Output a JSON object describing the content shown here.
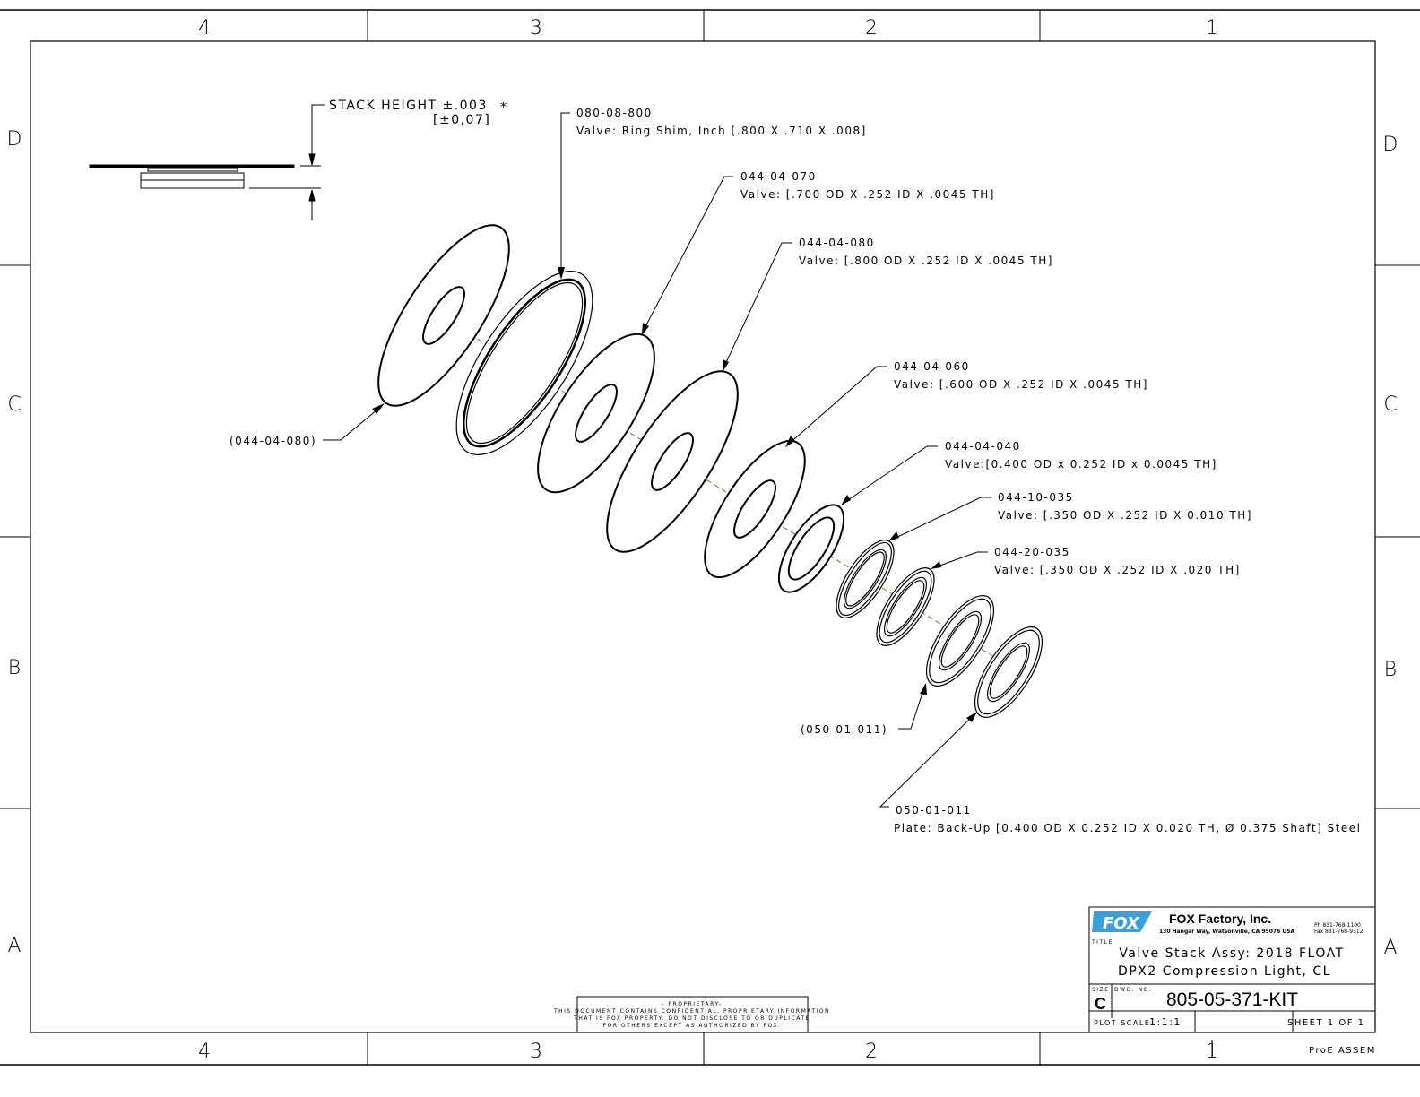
{
  "zones": {
    "columns": [
      "4",
      "3",
      "2",
      "1"
    ],
    "rows": [
      "D",
      "C",
      "B",
      "A"
    ]
  },
  "stack_height": {
    "label": "STACK HEIGHT ±.003",
    "metric": "[±0,07]",
    "note_mark": "*"
  },
  "callouts": [
    {
      "part": "080-08-800",
      "desc": "Valve: Ring Shim, Inch [.800 X .710 X .008]"
    },
    {
      "part": "044-04-070",
      "desc": "Valve: [.700 OD X .252 ID X .0045 TH]"
    },
    {
      "part": "044-04-080",
      "desc": "Valve: [.800 OD X .252 ID X .0045 TH]"
    },
    {
      "part": "044-04-060",
      "desc": "Valve: [.600 OD X .252 ID X .0045 TH]"
    },
    {
      "part": "044-04-040",
      "desc": "Valve:[0.400 OD x 0.252 ID x 0.0045 TH]"
    },
    {
      "part": "044-10-035",
      "desc": "Valve: [.350 OD X .252 ID X 0.010 TH]"
    },
    {
      "part": "044-20-035",
      "desc": "Valve: [.350 OD X .252 ID X .020 TH]"
    },
    {
      "part": "050-01-011",
      "desc": "Plate: Back-Up [0.400 OD X 0.252 ID X 0.020 TH, Ø 0.375 Shaft] Steel"
    }
  ],
  "ref_callouts": [
    "(044-04-080)",
    "(050-01-011)"
  ],
  "proprietary": {
    "heading": "- PROPRIETARY-",
    "lines": [
      "THIS DOCUMENT CONTAINS CONFIDENTIAL, PROPRIETARY INFORMATION",
      "THAT IS FOX PROPERTY.  DO NOT DISCLOSE TO OR DUPLICATE",
      "FOR OTHERS EXCEPT AS AUTHORIZED BY FOX."
    ]
  },
  "title_block": {
    "logo": "FOX",
    "company": "FOX Factory, Inc.",
    "address": "130 Hangar Way, Watsonville, CA 95076 USA",
    "phone": "Ph 831-768-1100",
    "fax": "Fax 831-768-9312",
    "title_label": "TITLE",
    "title_line1": "Valve Stack Assy: 2018 FLOAT",
    "title_line2": "DPX2 Compression Light, CL",
    "size_label": "SIZE",
    "size": "C",
    "dwg_label": "DWG. NO.",
    "dwg_no": "805-05-371-KIT",
    "plot_scale_label": "PLOT SCALE",
    "plot_scale": "1:1:1",
    "sheet": "SHEET 1 OF 1",
    "model_type": "ProE ASSEM"
  },
  "colors": {
    "line": "#000000",
    "axis": "#a0622a",
    "logo": "#3aa0dc"
  }
}
